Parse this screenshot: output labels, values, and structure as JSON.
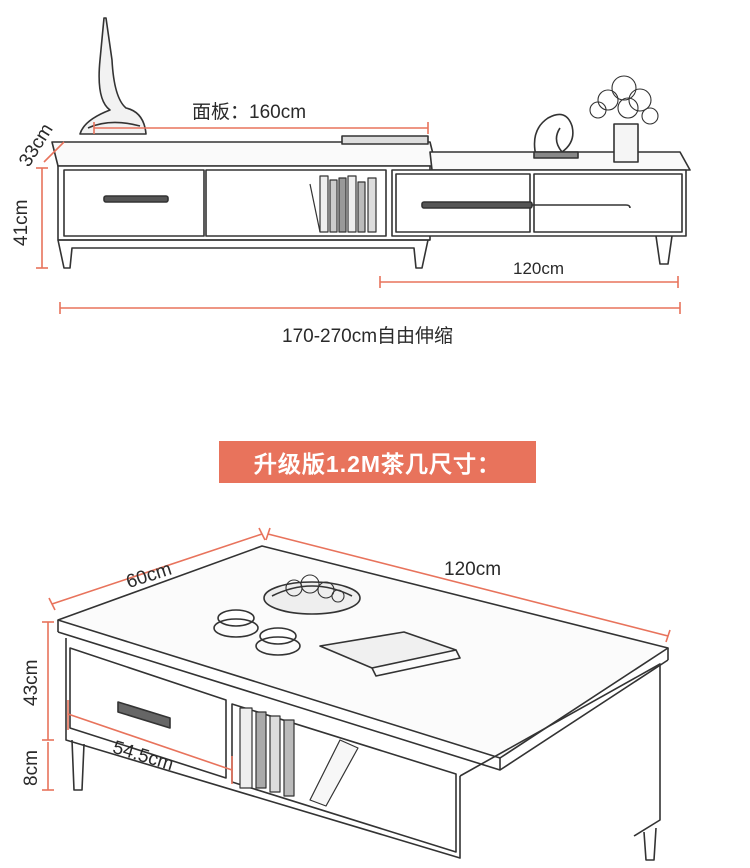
{
  "tv_cabinet": {
    "panel_label": "面板：160cm",
    "depth_label": "33cm",
    "height_label": "41cm",
    "extension_label": "120cm",
    "range_label": "170-270cm自由伸缩"
  },
  "section_banner": {
    "text": "升级版1.2M茶几尺寸："
  },
  "coffee_table": {
    "width_label": "60cm",
    "length_label": "120cm",
    "height_label": "43cm",
    "leg_label": "8cm",
    "drawer_label": "54.5cm"
  },
  "colors": {
    "dimension_line": "#e8735c",
    "banner_background": "#e8735c",
    "sketch_stroke": "#333333"
  }
}
